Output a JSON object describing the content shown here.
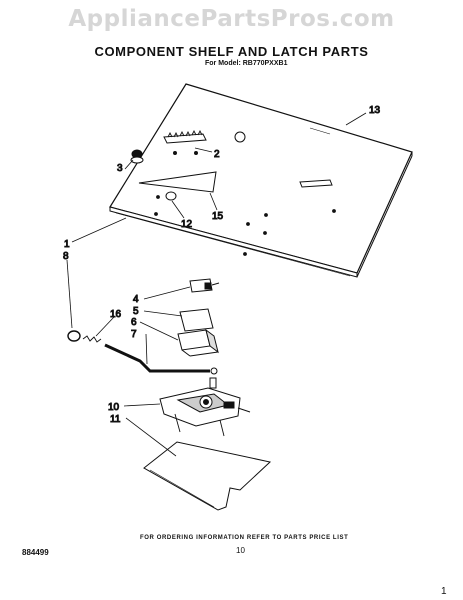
{
  "watermark": "AppliancePartsPros.com",
  "title": "COMPONENT SHELF AND LATCH PARTS",
  "model_line": "For Model: RB770PXXB1",
  "callouts": [
    {
      "id": "c13",
      "text": "13"
    },
    {
      "id": "c2",
      "text": "2"
    },
    {
      "id": "c3",
      "text": "3"
    },
    {
      "id": "c15",
      "text": "15"
    },
    {
      "id": "c12",
      "text": "12"
    },
    {
      "id": "c1",
      "text": "1"
    },
    {
      "id": "c8",
      "text": "8"
    },
    {
      "id": "c4",
      "text": "4"
    },
    {
      "id": "c5",
      "text": "5"
    },
    {
      "id": "c6",
      "text": "6"
    },
    {
      "id": "c16",
      "text": "16"
    },
    {
      "id": "c7",
      "text": "7"
    },
    {
      "id": "c10",
      "text": "10"
    },
    {
      "id": "c11",
      "text": "11"
    }
  ],
  "footer": {
    "order_note": "FOR ORDERING INFORMATION REFER TO PARTS PRICE LIST",
    "code": "884499",
    "page": "10",
    "corner": "1"
  }
}
